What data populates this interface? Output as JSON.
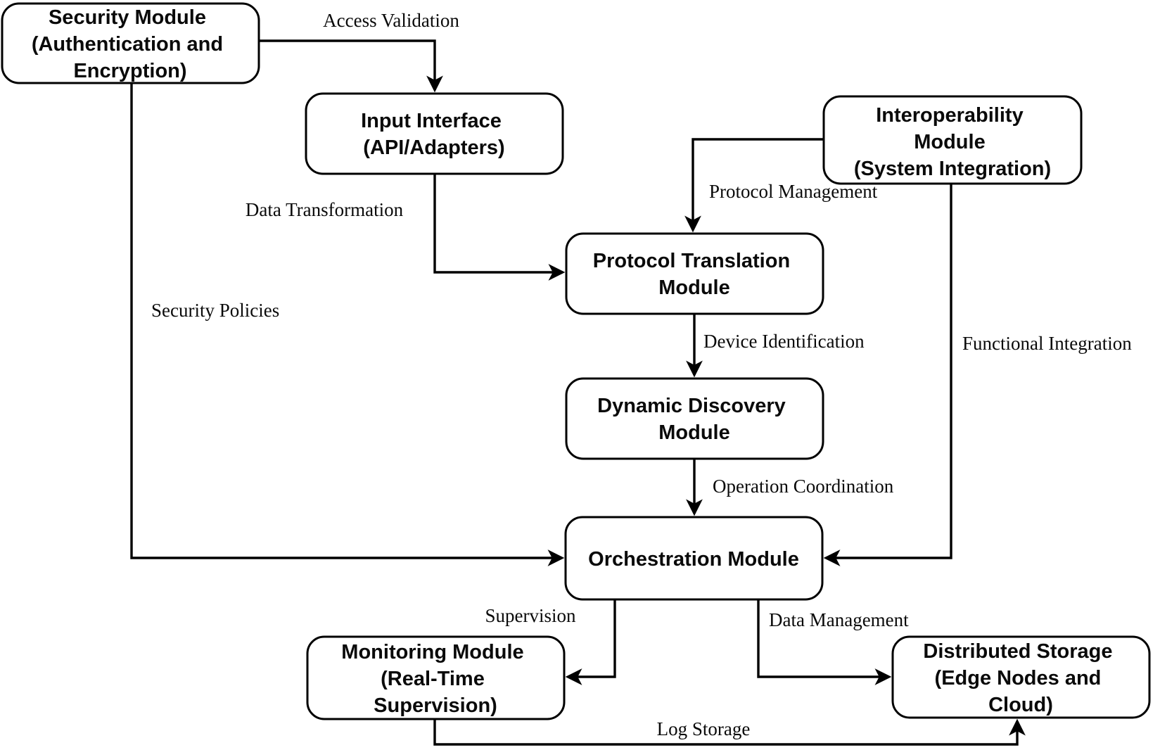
{
  "diagram": {
    "colors": {
      "ink": "#000000",
      "background": "#ffffff"
    },
    "nodes": {
      "security": {
        "lines": [
          "Security Module",
          "(Authentication and",
          "Encryption)"
        ]
      },
      "input": {
        "lines": [
          "Input Interface",
          "(API/Adapters)"
        ]
      },
      "interop": {
        "lines": [
          "Interoperability",
          "Module",
          "(System Integration)"
        ]
      },
      "protocol": {
        "lines": [
          "Protocol Translation",
          "Module"
        ]
      },
      "discovery": {
        "lines": [
          "Dynamic Discovery",
          "Module"
        ]
      },
      "orchestration": {
        "lines": [
          "Orchestration Module"
        ]
      },
      "monitoring": {
        "lines": [
          "Monitoring Module",
          "(Real-Time",
          "Supervision)"
        ]
      },
      "storage": {
        "lines": [
          "Distributed Storage",
          "(Edge Nodes and",
          "Cloud)"
        ]
      }
    },
    "edges": {
      "access_validation": {
        "label": "Access Validation"
      },
      "data_transformation": {
        "label": "Data Transformation"
      },
      "protocol_management": {
        "label": "Protocol Management"
      },
      "security_policies": {
        "label": "Security Policies"
      },
      "device_identification": {
        "label": "Device Identification"
      },
      "functional_integration": {
        "label": "Functional Integration"
      },
      "operation_coordination": {
        "label": "Operation Coordination"
      },
      "supervision": {
        "label": "Supervision"
      },
      "data_management": {
        "label": "Data Management"
      },
      "log_storage": {
        "label": "Log Storage"
      }
    }
  }
}
